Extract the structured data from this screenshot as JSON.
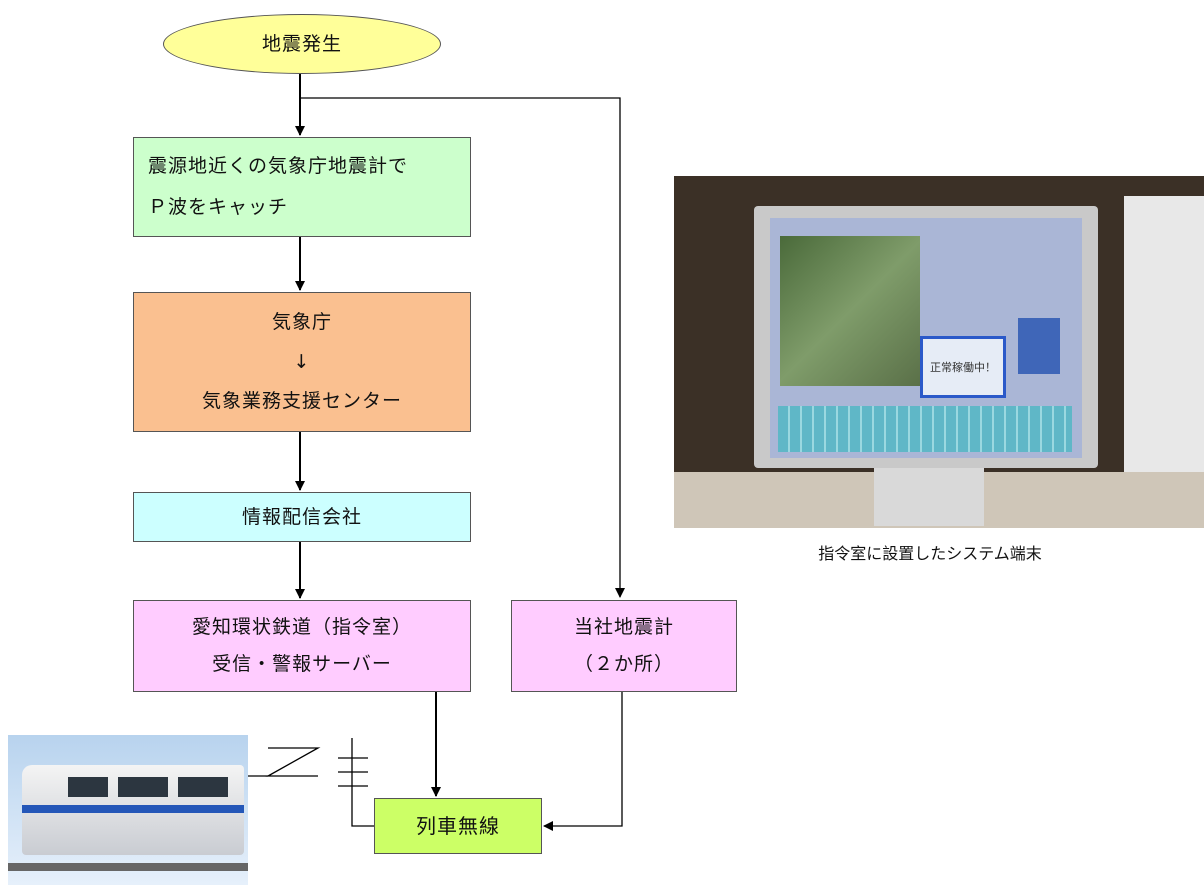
{
  "nodes": {
    "start": "地震発生",
    "jma_seismometer": [
      "震源地近くの気象庁地震計で",
      "Ｐ波をキャッチ"
    ],
    "jma_center": [
      "気象庁",
      "↓",
      "気象業務支援センター"
    ],
    "distributor": "情報配信会社",
    "aichi_command": [
      "愛知環状鉄道（指令室）",
      "受信・警報サーバー"
    ],
    "own_seismometer": [
      "当社地震計",
      "（２か所）"
    ],
    "train_radio": "列車無線"
  },
  "photo": {
    "caption": "指令室に設置したシステム端末",
    "screen_text": "正常稼働中！"
  },
  "colors": {
    "start": "#ffff99",
    "jma_seismometer": "#ccffcc",
    "jma_center": "#fac090",
    "distributor": "#ccffff",
    "aichi_command": "#ffccff",
    "own_seismometer": "#ffccff",
    "train_radio": "#ccff66"
  }
}
